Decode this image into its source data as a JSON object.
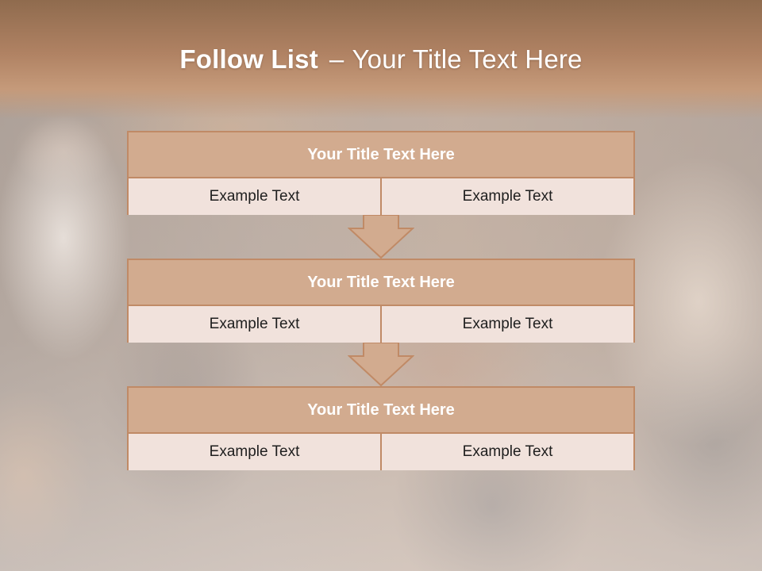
{
  "slide": {
    "title_bold": "Follow List",
    "title_dash": "–",
    "title_rest": "Your Title Text Here"
  },
  "steps": [
    {
      "title": "Your Title Text Here",
      "left": "Example Text",
      "right": "Example Text"
    },
    {
      "title": "Your Title Text Here",
      "left": "Example Text",
      "right": "Example Text"
    },
    {
      "title": "Your Title Text Here",
      "left": "Example Text",
      "right": "Example Text"
    }
  ],
  "colors": {
    "accent": "#c08a66",
    "header_fill": "#d2ab8f",
    "cell_fill": "#f1e2dc",
    "title_band": "#b08263"
  },
  "icons": [
    "down-arrow-icon",
    "down-arrow-icon"
  ]
}
